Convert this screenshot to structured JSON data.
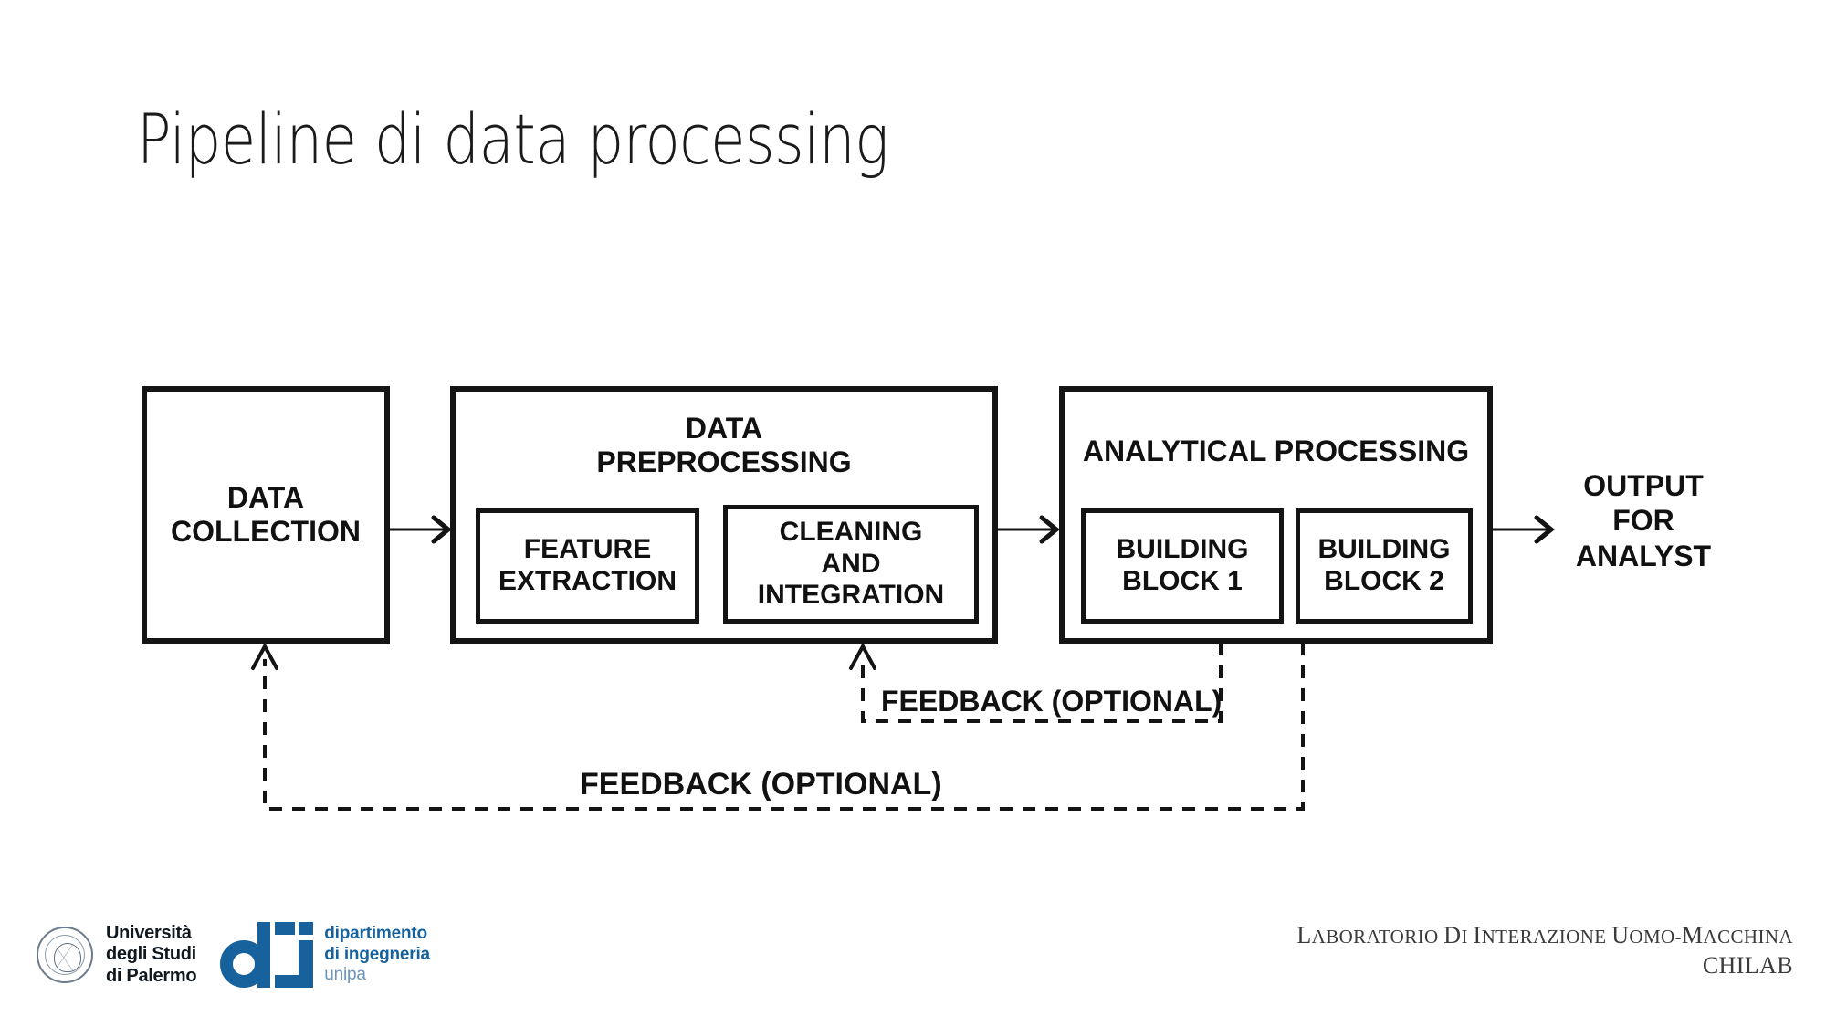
{
  "slide": {
    "title": "Pipeline di data processing"
  },
  "diagram": {
    "type": "flowchart",
    "nodes": [
      {
        "id": "data-collection",
        "label": "DATA\nCOLLECTION",
        "children": []
      },
      {
        "id": "data-preprocessing",
        "label": "DATA\nPREPROCESSING",
        "children": [
          {
            "id": "feature-extraction",
            "label": "FEATURE\nEXTRACTION"
          },
          {
            "id": "cleaning-and-integration",
            "label": "CLEANING\nAND\nINTEGRATION"
          }
        ]
      },
      {
        "id": "analytical-processing",
        "label": "ANALYTICAL PROCESSING",
        "children": [
          {
            "id": "building-block-1",
            "label": "BUILDING\nBLOCK 1"
          },
          {
            "id": "building-block-2",
            "label": "BUILDING\nBLOCK 2"
          }
        ]
      },
      {
        "id": "output-for-analyst",
        "label": "OUTPUT\nFOR\nANALYST",
        "children": []
      }
    ],
    "connectors": [
      {
        "id": "arrow-collection-to-preprocessing",
        "style": "solid",
        "direction": "right"
      },
      {
        "id": "arrow-preprocessing-to-analytical",
        "style": "solid",
        "direction": "right"
      },
      {
        "id": "arrow-analytical-to-output",
        "style": "solid",
        "direction": "right"
      }
    ],
    "feedback_loops": [
      {
        "id": "feedback-upper",
        "label": "FEEDBACK (OPTIONAL)",
        "style": "dashed",
        "from": "analytical-processing",
        "to": "cleaning-and-integration"
      },
      {
        "id": "feedback-lower",
        "label": "FEEDBACK (OPTIONAL)",
        "style": "dashed",
        "from": "analytical-processing",
        "to": "data-collection"
      }
    ]
  },
  "footer": {
    "university_name": "Università\ndegli Studi\ndi Palermo",
    "department_name": "dipartimento\ndi ingegneria",
    "department_sub": "unipa",
    "lab_line1": "LABORATORIO DI INTERAZIONE UOMO-MACCHINA",
    "lab_line2": "CHILAB"
  },
  "colors": {
    "ink": "#141414",
    "brand_blue": "#17619c",
    "brand_blue_light": "#6b94bb",
    "footer_gray": "#3a3a3a"
  }
}
